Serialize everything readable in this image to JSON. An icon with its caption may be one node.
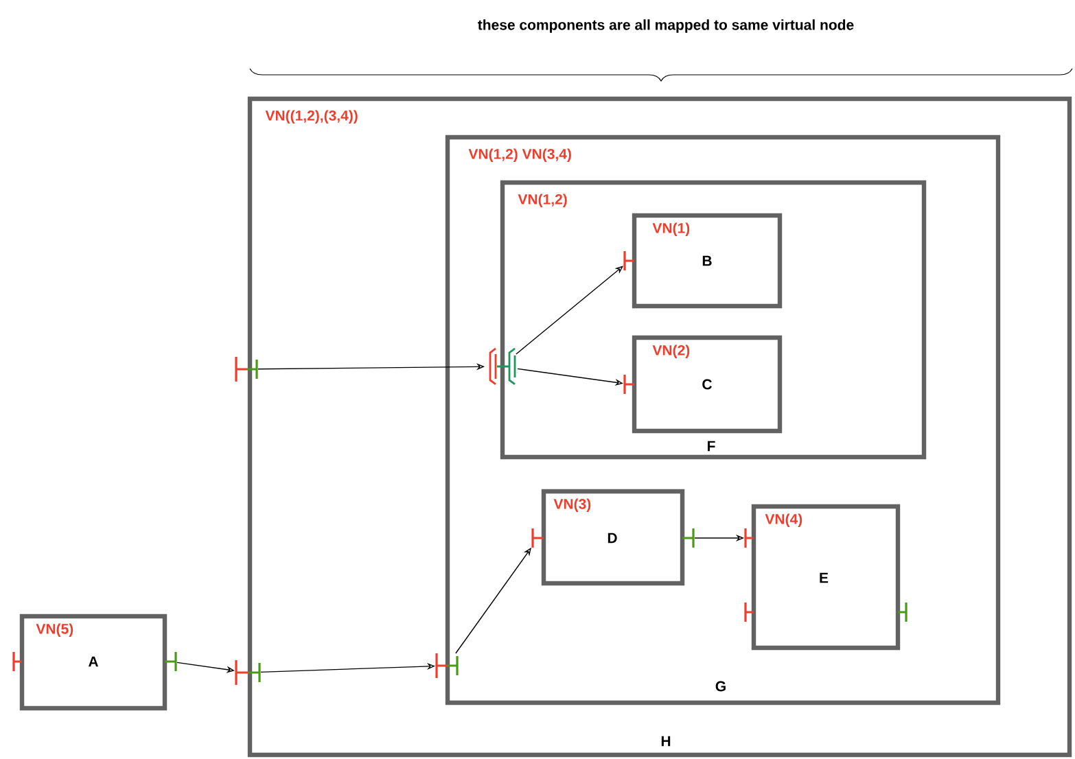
{
  "diagram": {
    "nodes": [
      {
        "text": [
          "VN((1,2),(3,4))",
          "H"
        ]
      },
      {
        "text": [
          "VN(1,2) VN(3,4)",
          "G"
        ],
        "in": 0
      },
      {
        "text": [
          "VN(1,2)",
          "F"
        ],
        "in": 1
      },
      {
        "text": [
          "VN(1)",
          "B"
        ],
        "in": 2
      },
      {
        "text": [
          "VN(2)",
          "C"
        ],
        "in": 2
      },
      {
        "text": [
          "VN(3)",
          "D"
        ],
        "in": 1
      },
      {
        "text": [
          "VN(4)",
          "E"
        ],
        "in": 1
      },
      {
        "text": [
          "VN(5)",
          "A"
        ]
      },
      {
        "text": [],
        "shape": "bar"
      },
      {
        "text": [],
        "shape": "bar"
      },
      {
        "text": [],
        "shape": "bar"
      },
      {
        "text": [],
        "shape": "bar"
      },
      {
        "text": [],
        "shape": "bar",
        "in": 1
      },
      {
        "text": [],
        "shape": "bar",
        "in": 0
      },
      {
        "text": [],
        "shape": "bar",
        "in": 2
      },
      {
        "text": [],
        "shape": "bar",
        "in": 2
      },
      {
        "text": [],
        "shape": "bar",
        "in": 1
      },
      {
        "text": [],
        "shape": "bar",
        "in": 1
      },
      {
        "text": [],
        "shape": "bar",
        "in": 1
      },
      {
        "text": [],
        "shape": "bar",
        "in": 1
      },
      {
        "text": [],
        "shape": "bar",
        "in": 1
      }
    ],
    "edges": [
      {
        "from": 9,
        "to": 11,
        "arrow": "to"
      },
      {
        "from": 11,
        "to": 13,
        "arrow": "to"
      },
      {
        "from": 13,
        "to": 16,
        "arrow": "to"
      },
      {
        "from": 17,
        "to": 18,
        "arrow": "to"
      },
      {
        "from": 10,
        "to": 12,
        "arrow": "to"
      },
      {
        "from": 12,
        "to": 14,
        "arrow": "to"
      },
      {
        "from": 12,
        "to": 15,
        "arrow": "to"
      }
    ],
    "labels": [
      "these components are all mapped to same virtual node"
    ]
  }
}
